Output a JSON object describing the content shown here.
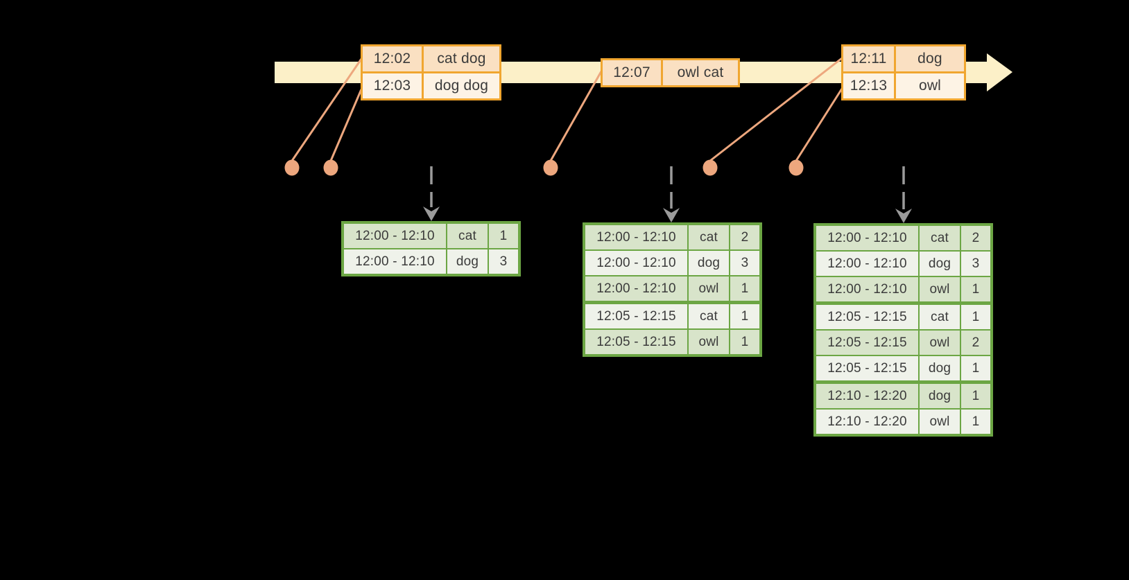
{
  "colors": {
    "background": "#000000",
    "timeline_band": "#fcf0c8",
    "event_table_border": "#f0a630",
    "event_row_dark": "#fae0c2",
    "event_row_light": "#fdf3e5",
    "event_marker": "#eda77e",
    "trigger_arrow_gray": "#9b9b9b",
    "result_table_border": "#6ca644",
    "result_row_dark": "#d8e4ca",
    "result_row_light": "#eff2ea"
  },
  "event_tables": [
    {
      "rows": [
        {
          "time": "12:02",
          "words": "cat dog"
        },
        {
          "time": "12:03",
          "words": "dog dog"
        }
      ]
    },
    {
      "rows": [
        {
          "time": "12:07",
          "words": "owl cat"
        }
      ]
    },
    {
      "rows": [
        {
          "time": "12:11",
          "words": "dog"
        },
        {
          "time": "12:13",
          "words": "owl"
        }
      ]
    }
  ],
  "result_tables": [
    {
      "group_starts": [],
      "rows": [
        {
          "window": "12:00 - 12:10",
          "word": "cat",
          "count": "1"
        },
        {
          "window": "12:00 - 12:10",
          "word": "dog",
          "count": "3"
        }
      ]
    },
    {
      "group_starts": [
        3
      ],
      "rows": [
        {
          "window": "12:00 - 12:10",
          "word": "cat",
          "count": "2"
        },
        {
          "window": "12:00 - 12:10",
          "word": "dog",
          "count": "3"
        },
        {
          "window": "12:00 - 12:10",
          "word": "owl",
          "count": "1"
        },
        {
          "window": "12:05 - 12:15",
          "word": "cat",
          "count": "1"
        },
        {
          "window": "12:05 - 12:15",
          "word": "owl",
          "count": "1"
        }
      ]
    },
    {
      "group_starts": [
        3,
        6
      ],
      "rows": [
        {
          "window": "12:00 - 12:10",
          "word": "cat",
          "count": "2"
        },
        {
          "window": "12:00 - 12:10",
          "word": "dog",
          "count": "3"
        },
        {
          "window": "12:00 - 12:10",
          "word": "owl",
          "count": "1"
        },
        {
          "window": "12:05 - 12:15",
          "word": "cat",
          "count": "1"
        },
        {
          "window": "12:05 - 12:15",
          "word": "owl",
          "count": "2"
        },
        {
          "window": "12:05 - 12:15",
          "word": "dog",
          "count": "1"
        },
        {
          "window": "12:10 - 12:20",
          "word": "dog",
          "count": "1"
        },
        {
          "window": "12:10 - 12:20",
          "word": "owl",
          "count": "1"
        }
      ]
    }
  ]
}
